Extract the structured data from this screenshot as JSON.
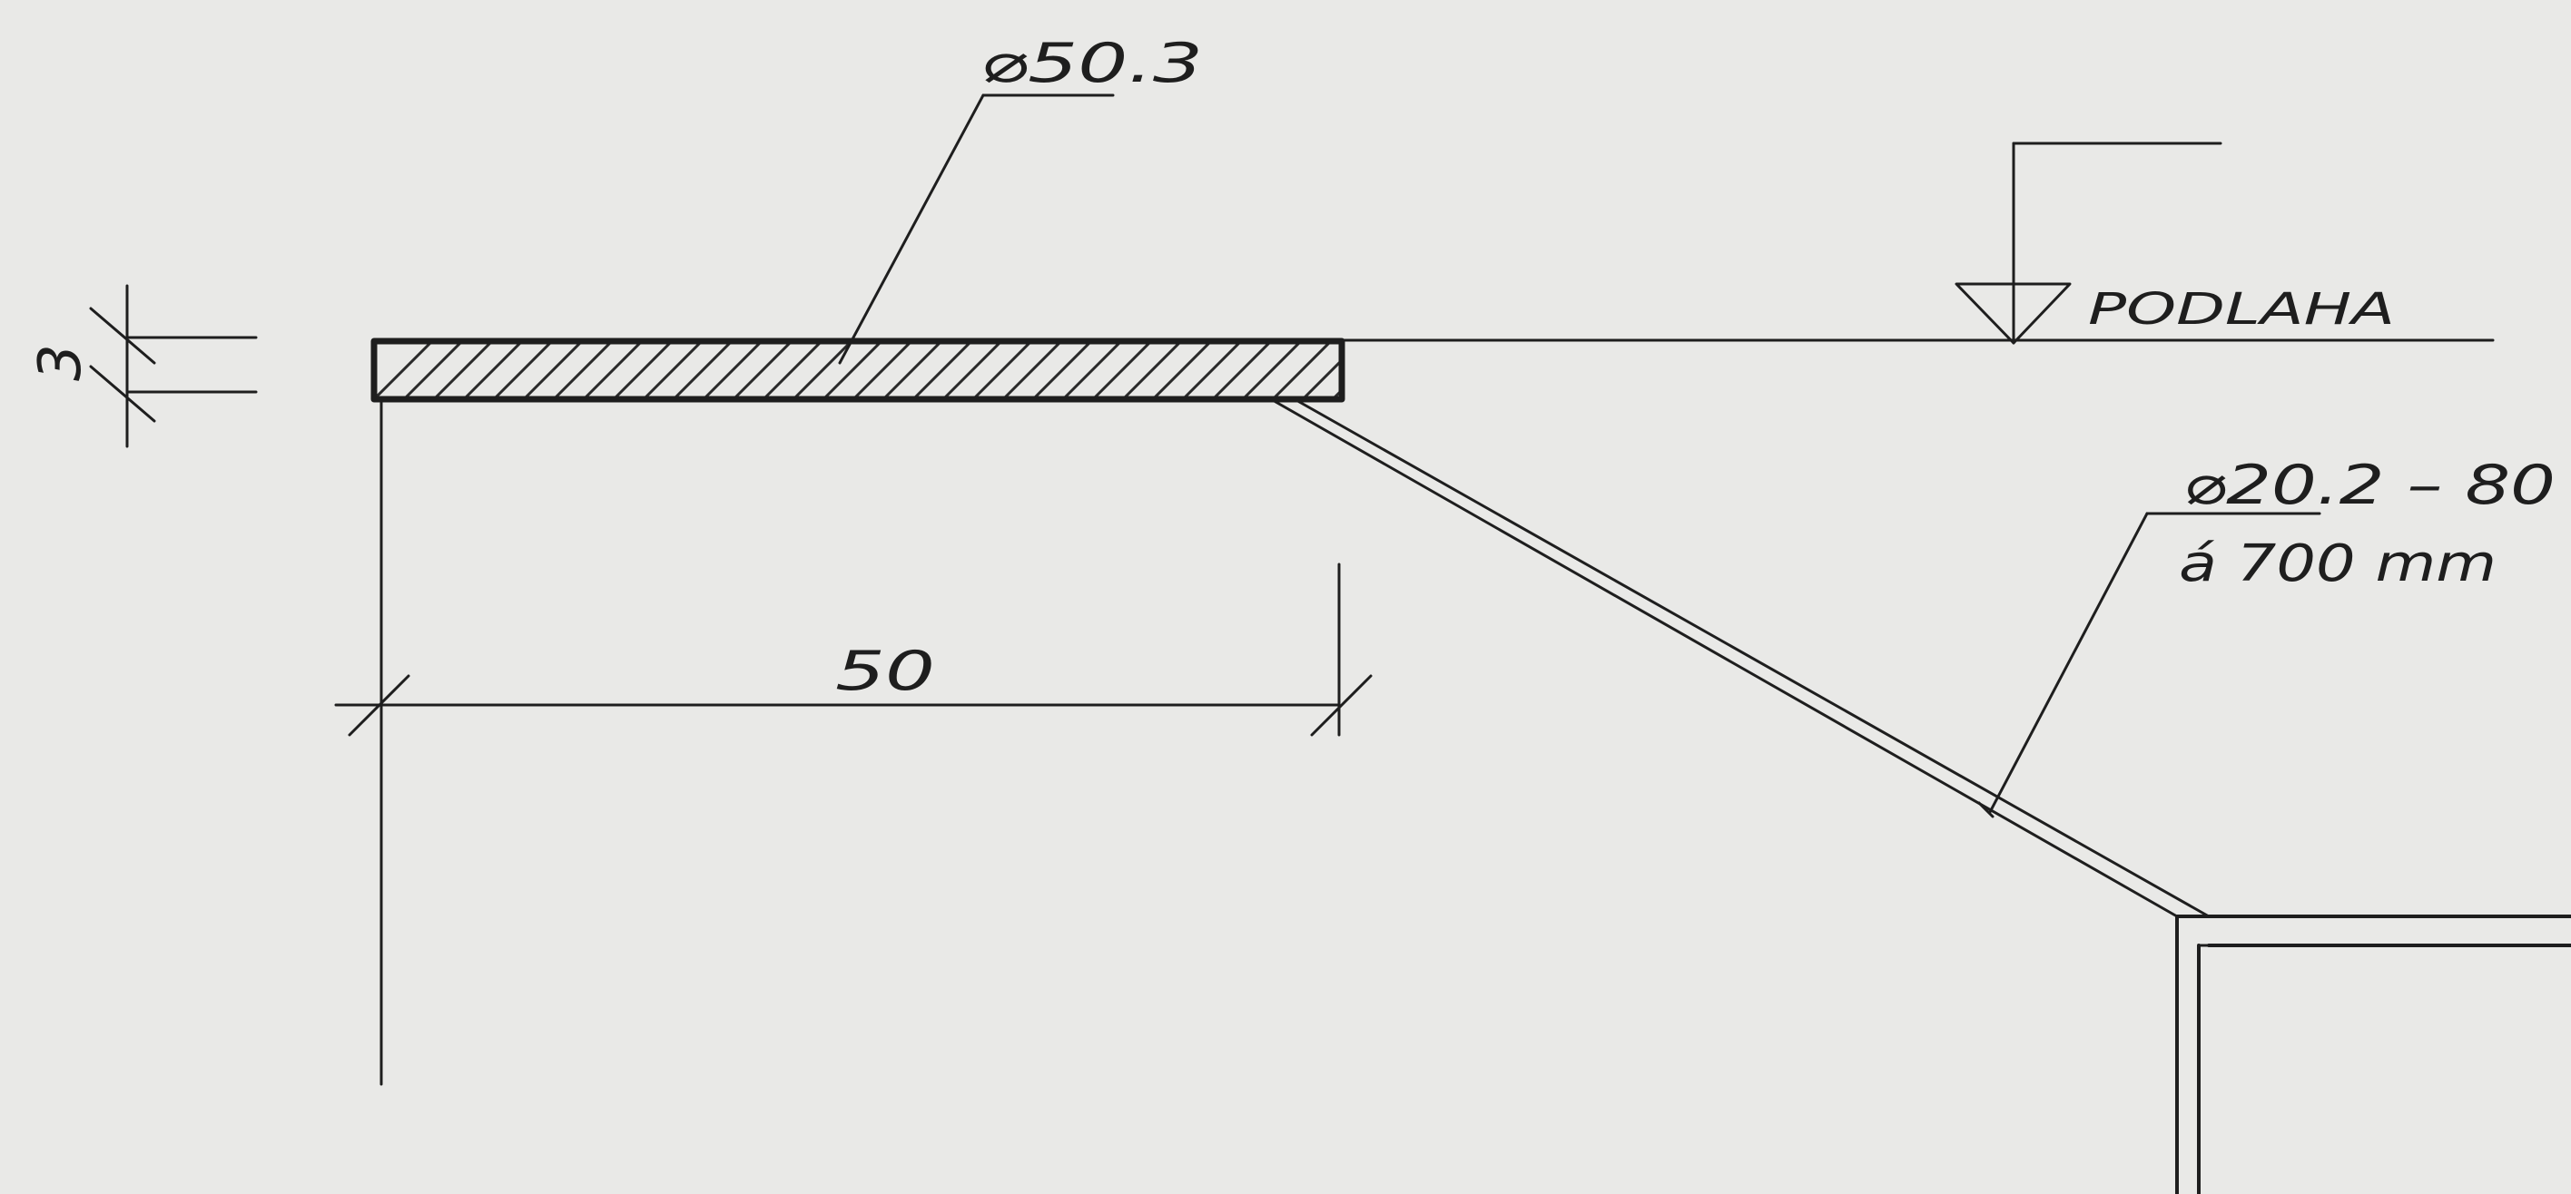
{
  "labels": {
    "plate_ref": "⌀50.3",
    "floor_label": "PODLAHA",
    "bar_ref": "⌀20.2 – 80",
    "bar_spacing": "á 700 mm",
    "dim_length": "50",
    "dim_thickness": "3"
  },
  "colors": {
    "paper": "#e9e9e7",
    "ink": "#1e1e1e"
  },
  "icons": {
    "floor_level_marker": "downward-triangle-level-symbol"
  }
}
